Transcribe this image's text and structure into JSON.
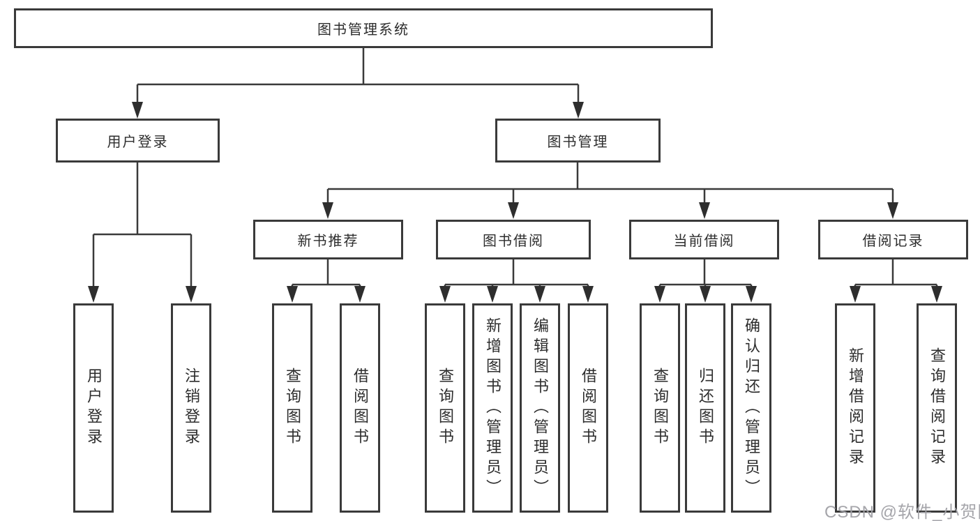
{
  "tree": {
    "root": "图书管理系统",
    "branches": [
      {
        "label": "用户登录",
        "children": [
          "用户登录",
          "注销登录"
        ]
      },
      {
        "label": "图书管理",
        "groups": [
          {
            "label": "新书推荐",
            "children": [
              "查询图书",
              "借阅图书"
            ]
          },
          {
            "label": "图书借阅",
            "children": [
              "查询图书",
              "新增图书（管理员）",
              "编辑图书（管理员）",
              "借阅图书"
            ]
          },
          {
            "label": "当前借阅",
            "children": [
              "查询图书",
              "归还图书",
              "确认归还（管理员）"
            ]
          },
          {
            "label": "借阅记录",
            "children": [
              "新增借阅记录",
              "查询借阅记录"
            ]
          }
        ]
      }
    ]
  },
  "watermark": "CSDN @软件_小贺同学",
  "colors": {
    "background": "#ffffff",
    "line": "#3a3a3a",
    "box_border": "#3a3a3a",
    "text": "#2d2d2d",
    "arrowhead": "#2e2e2e",
    "watermark": "#a0a0a5"
  }
}
